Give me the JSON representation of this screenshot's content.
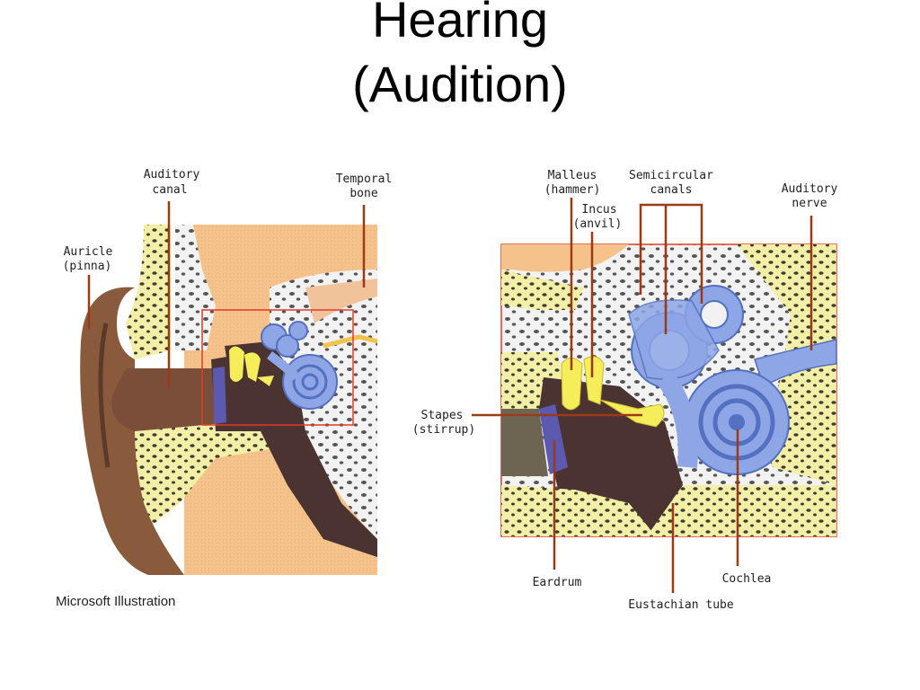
{
  "title": {
    "line1": "Hearing",
    "line2": "(Audition)"
  },
  "credit": "Microsoft Illustration",
  "labels": {
    "auditory_canal": [
      "Auditory",
      "canal"
    ],
    "temporal_bone": [
      "Temporal",
      "bone"
    ],
    "auricle": [
      "Auricle",
      "(pinna)"
    ],
    "malleus": [
      "Malleus",
      "(hammer)"
    ],
    "incus": [
      "Incus",
      "(anvil)"
    ],
    "semicircular": [
      "Semicircular",
      "canals"
    ],
    "auditory_nerve": [
      "Auditory",
      "nerve"
    ],
    "stapes": [
      "Stapes",
      "(stirrup)"
    ],
    "eardrum": "Eardrum",
    "cochlea": "Cochlea",
    "eustachian": "Eustachian tube"
  },
  "colors": {
    "skin": "#f4c28a",
    "bone": "#f4f1a8",
    "ear_brown": "#8a5a3c",
    "canal_dark": "#4a3330",
    "cochlea_blue": "#8ea6e6",
    "ossicle_yellow": "#f5ee5a",
    "leader": "#9a3a16",
    "zoom_box": "#e23a2a"
  }
}
